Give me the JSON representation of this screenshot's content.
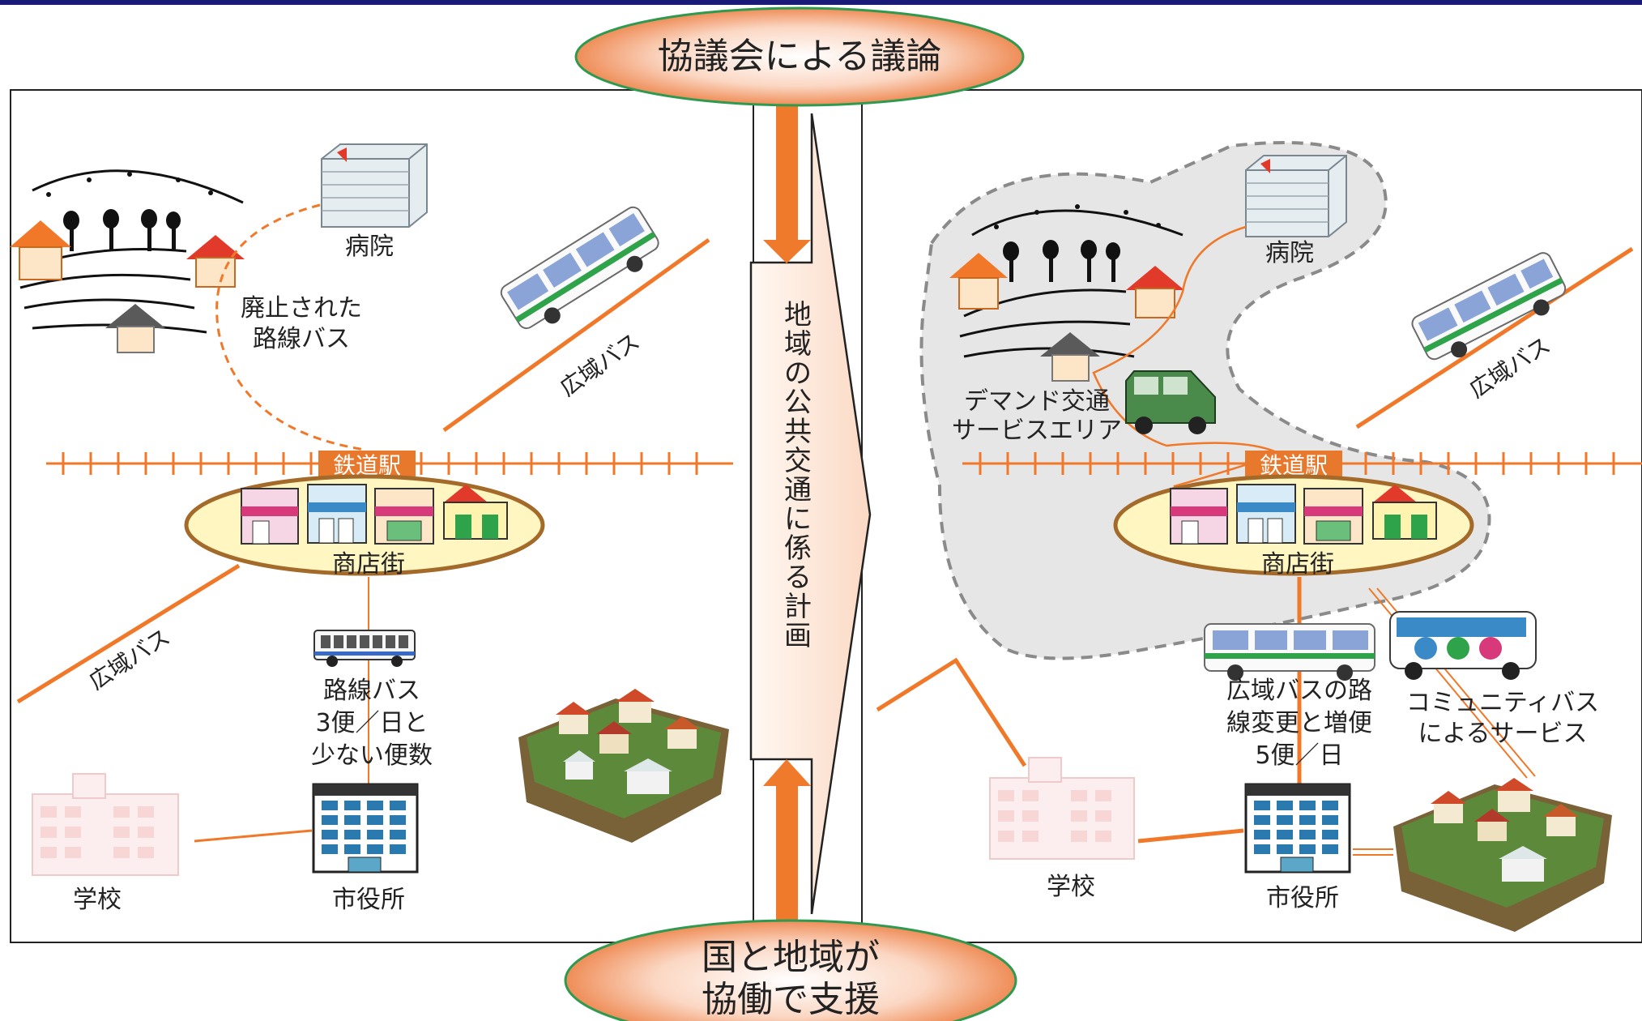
{
  "header": {
    "top_banner": "協議会による議論",
    "bottom_banner": [
      "国と地域が",
      "協働で支援"
    ]
  },
  "center": {
    "plan_label": "地域の公共交通に係る計画"
  },
  "left_panel": {
    "hospital": "病院",
    "abolished_route": [
      "廃止された",
      "路線バス"
    ],
    "wide_bus_upper": "広域バス",
    "station": "鉄道駅",
    "shopping": "商店街",
    "wide_bus_lower": "広域バス",
    "route_bus": [
      "路線バス",
      "3便／日と",
      "少ない便数"
    ],
    "school": "学校",
    "city_hall": "市役所"
  },
  "right_panel": {
    "hospital": "病院",
    "demand_area": [
      "デマンド交通",
      "サービスエリア"
    ],
    "wide_bus": "広域バス",
    "station": "鉄道駅",
    "shopping": "商店街",
    "wide_bus_change": [
      "広域バスの路",
      "線変更と増便",
      "5便／日"
    ],
    "community_bus": [
      "コミュニティバス",
      "によるサービス"
    ],
    "school": "学校",
    "city_hall": "市役所"
  },
  "colors": {
    "route_orange": "#f07828",
    "frame_navy": "#1a1a78",
    "banner_green": "#2e9a50",
    "station_label": "#e8782c",
    "area_grey": "#e6e6e6",
    "ellipse_fill": "#fff6c2"
  }
}
